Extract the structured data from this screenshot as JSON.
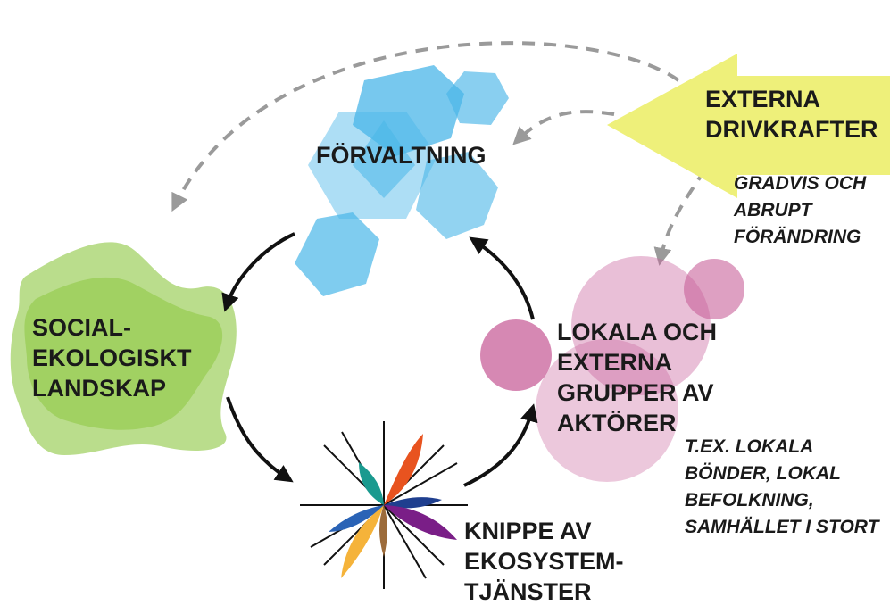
{
  "nodes": {
    "forvaltning": {
      "lines": [
        "FÖRVALTNING"
      ]
    },
    "externa_drivkrafter": {
      "lines": [
        "EXTERNA",
        "DRIVKRAFTER"
      ],
      "note_lines": [
        "GRADVIS OCH",
        "ABRUPT",
        "FÖRÄNDRING"
      ]
    },
    "landskap": {
      "lines": [
        "SOCIAL-",
        "EKOLOGISKT",
        "LANDSKAP"
      ]
    },
    "ekosystemtjanster": {
      "lines": [
        "KNIPPE AV",
        "EKOSYSTEM-",
        "TJÄNSTER"
      ]
    },
    "aktorer": {
      "lines": [
        "LOKALA OCH",
        "EXTERNA",
        "GRUPPER AV",
        "AKTÖRER"
      ],
      "note_lines": [
        "T.EX. LOKALA",
        "BÖNDER, LOKAL",
        "BEFOLKNING,",
        "SAMHÄLLET I STORT"
      ]
    }
  },
  "colors": {
    "blue": "#49b6e8",
    "green": "#8cc63f",
    "pink": "#c8609a",
    "yellow": "#eef07a",
    "dashed_arrow": "#9a9a9a",
    "cycle_arrow": "#111111"
  },
  "icons": {
    "forvaltning": "hexagon-cluster",
    "landskap": "organic-blob",
    "aktorer": "circle-cluster",
    "ekosystemtjanster": "petal-flower",
    "externa_drivkrafter": "left-pointing-arrow"
  }
}
